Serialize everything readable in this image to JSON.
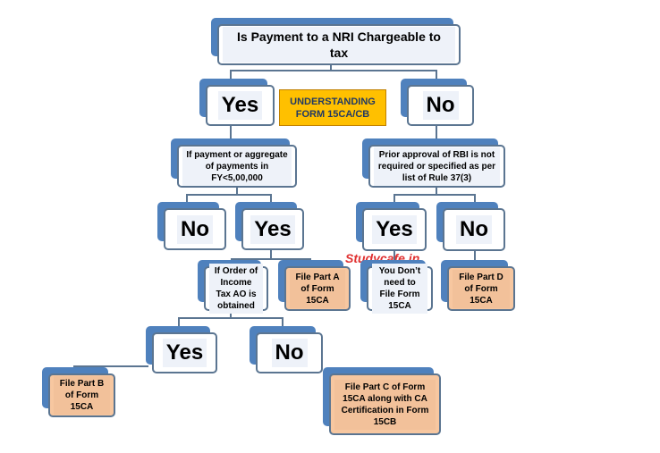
{
  "title": "Is Payment to a NRI Chargeable to tax",
  "label": "UNDERSTANDING FORM 15CA/CB",
  "watermark": "Studycafe.in",
  "nodes": {
    "yes1": "Yes",
    "no1": "No",
    "q_amount": "If payment  or aggregate of payments in FY<5,00,000",
    "q_rbi": "Prior approval  of RBI is not required  or specified as per list of Rule 37(3)",
    "no2": "No",
    "yes2": "Yes",
    "yes3": "Yes",
    "no3": "No",
    "q_order": "If Order of Income Tax AO is obtained",
    "partA": "File Part A of Form 15CA",
    "no_need": "You Don’t need to File Form 15CA",
    "partD": "File Part D of Form 15CA",
    "yes4": "Yes",
    "no4": "No",
    "partB": "File Part B of Form 15CA",
    "partC": "File Part C of Form 15CA along with CA Certification in Form 15CB"
  },
  "colors": {
    "tab": "#4f81bd",
    "border": "#5b7591",
    "peach": "#f7c7a0",
    "label": "#ffc000",
    "watermark": "#e03030"
  }
}
